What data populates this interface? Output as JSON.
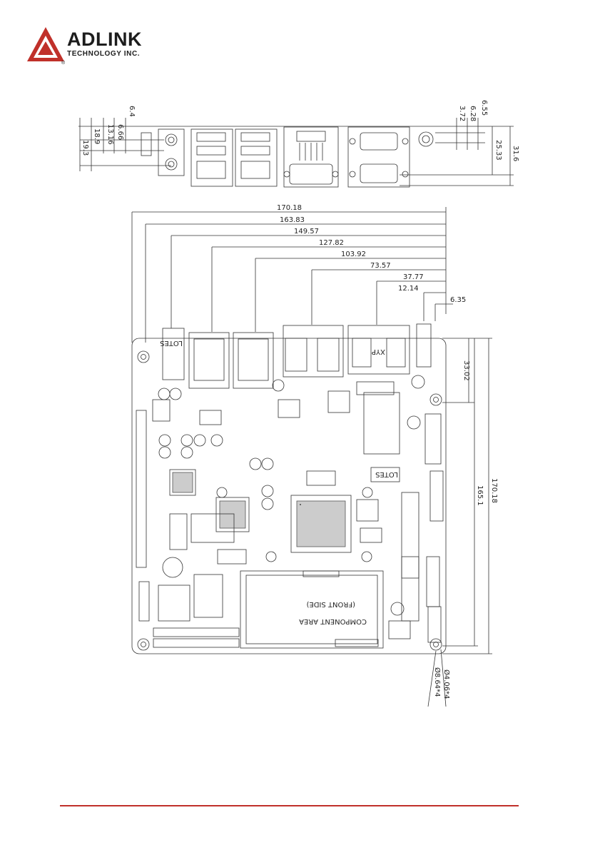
{
  "brand": {
    "name": "ADLINK",
    "tagline": "TECHNOLOGY INC.",
    "accent_color": "#c0302a",
    "logo_icon": "adlink-triangle-logo",
    "registered_mark": "®"
  },
  "top_view_dims": {
    "left": [
      "13.16",
      "6.66",
      "6.4",
      "18.9",
      "19.3"
    ],
    "right": [
      "3.72",
      "6.28",
      "6.55",
      "25.33",
      "31.6"
    ]
  },
  "board_dims": {
    "horizontal": [
      "170.18",
      "163.83",
      "149.57",
      "127.82",
      "103.92",
      "73.57",
      "37.77",
      "12.14",
      "6.35"
    ],
    "vertical": [
      "33.02",
      "165.1",
      "170.18"
    ],
    "holes": [
      "Ø4.06*4",
      "Ø8.64*4"
    ]
  },
  "board_labels": {
    "component_area_line1": "COMPONENT AREA",
    "component_area_line2": "(FRONT SIDE)",
    "connector_label_1": "LOTES",
    "connector_label_2": "XYP",
    "connector_label_3": "LOTES"
  }
}
